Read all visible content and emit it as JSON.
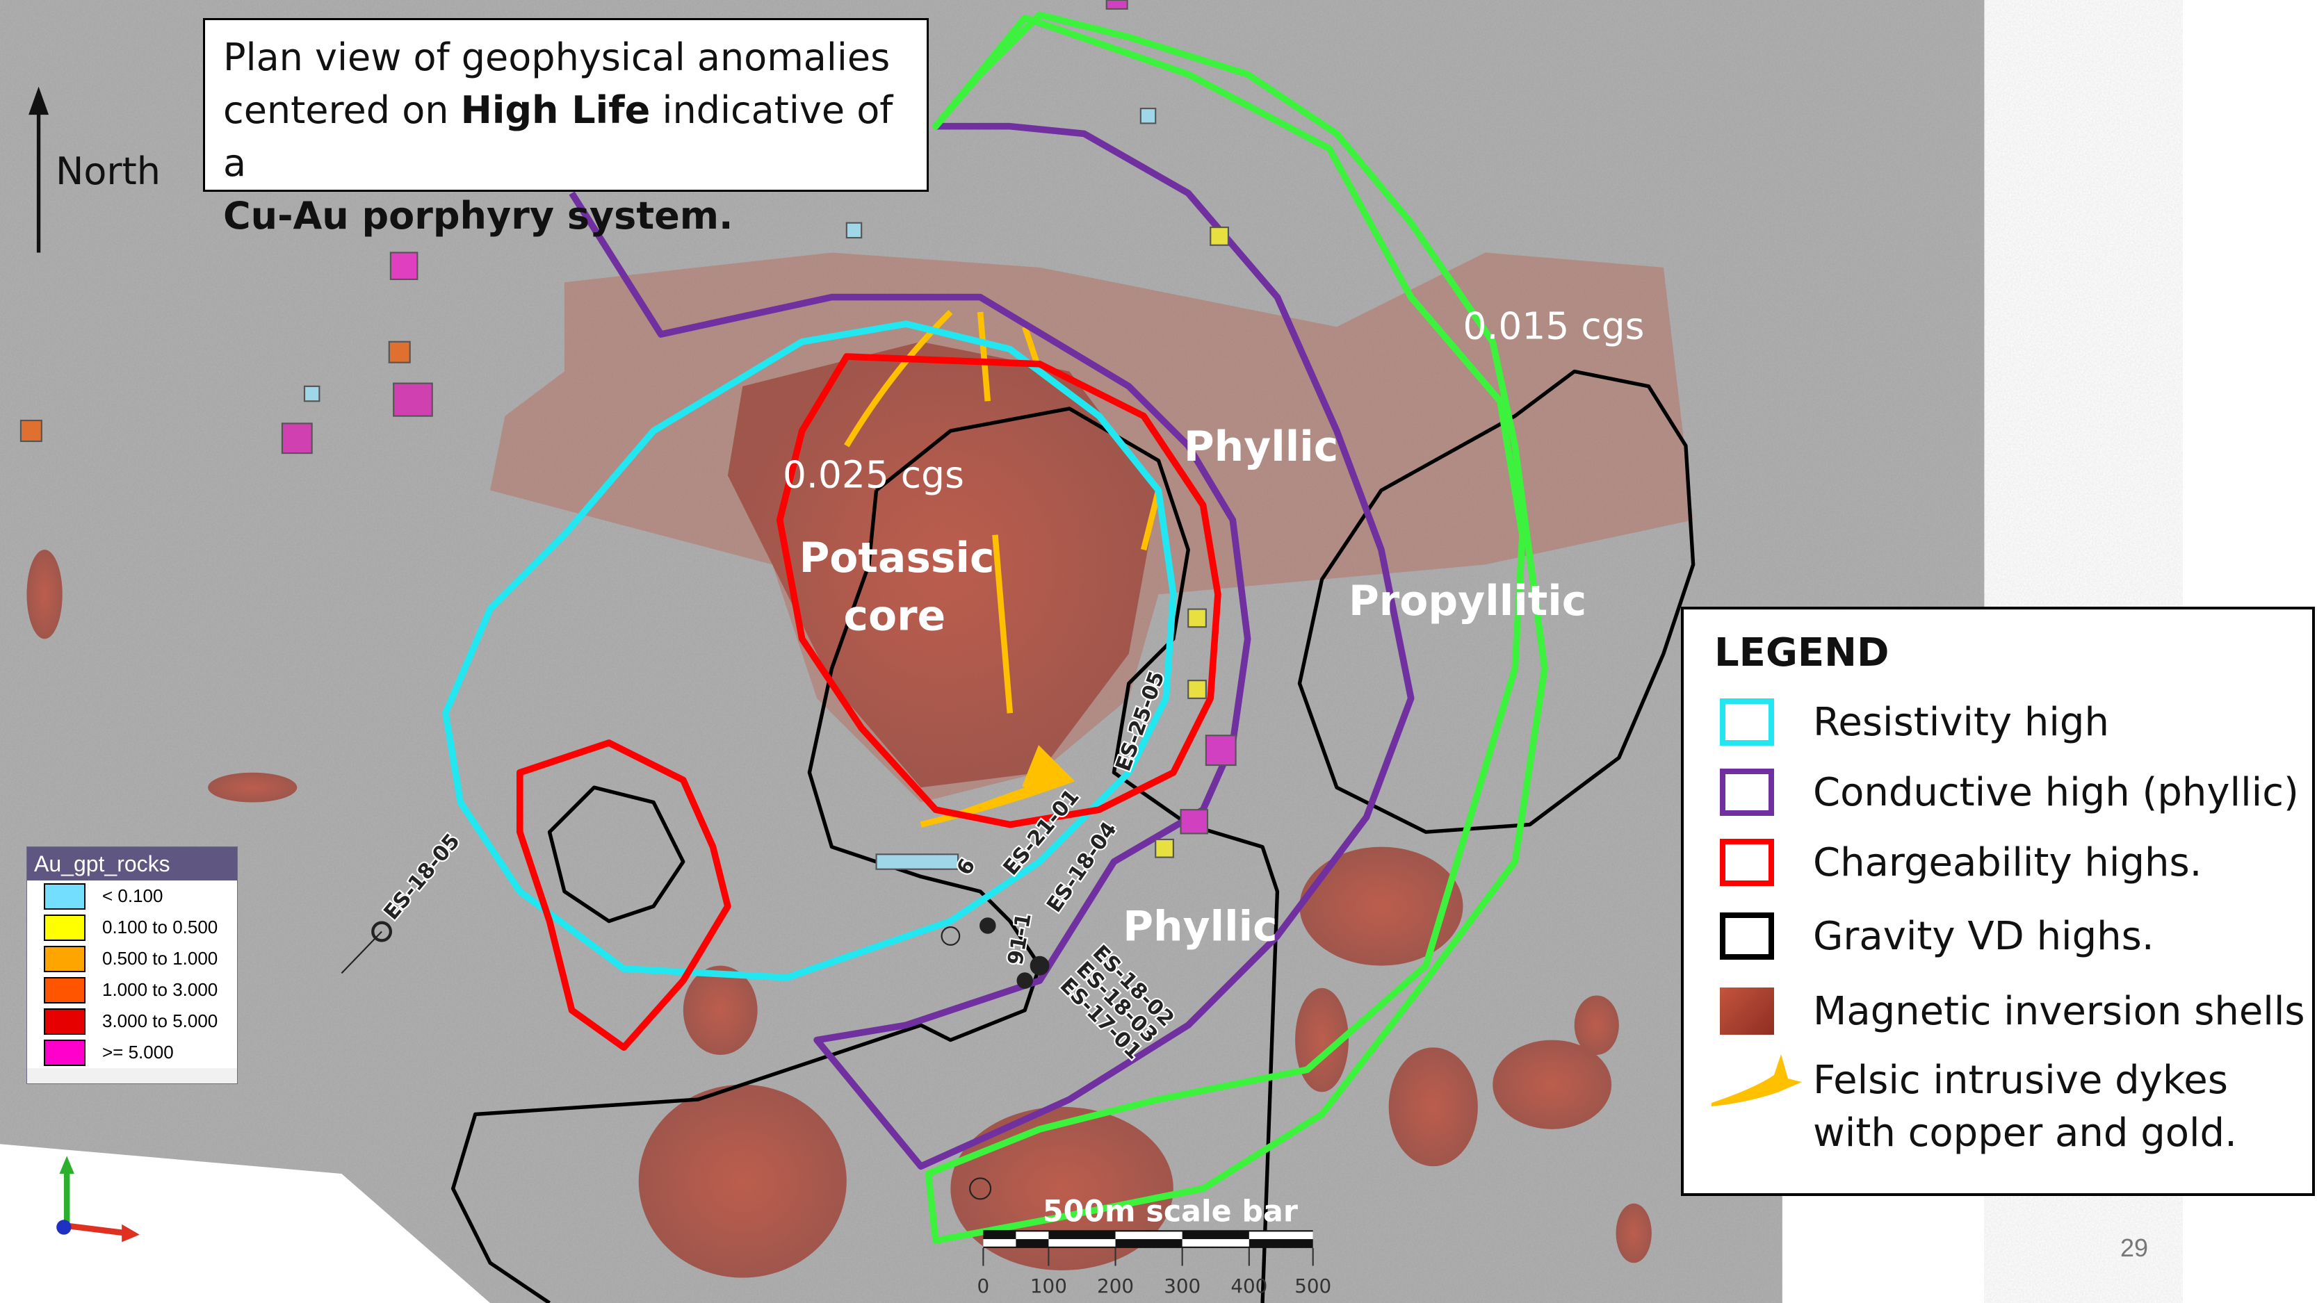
{
  "title": {
    "line1": "Plan view of geophysical anomalies",
    "line2_pre": "centered on ",
    "line2_bold": "High Life",
    "line2_post": " indicative of a",
    "line3": "Cu-Au porphyry system."
  },
  "north_label": "North",
  "map_labels": {
    "contour_015": "0.015 cgs",
    "contour_025": "0.025 cgs",
    "potassic1": "Potassic",
    "potassic2": "core",
    "phyllic_top": "Phyllic",
    "phyllic_bottom": "Phyllic",
    "propyllitic": "Propyllitic",
    "scale_title": "500m scale bar"
  },
  "drillholes": [
    "ES-18-05",
    "ES-25-05",
    "ES-21-01",
    "ES-18-04",
    "ES-18-02",
    "ES-18-03",
    "ES-17-01",
    "91-1",
    "6"
  ],
  "scale_ticks": [
    "0",
    "100",
    "200",
    "300",
    "400",
    "500"
  ],
  "legend": {
    "title": "LEGEND",
    "items": [
      {
        "label": "Resistivity high",
        "color": "#22e6f0"
      },
      {
        "label": "Conductive high (phyllic)",
        "color": "#7030a0"
      },
      {
        "label": "Chargeability highs.",
        "color": "#ff0000"
      },
      {
        "label": "Gravity VD highs.",
        "color": "#000000"
      },
      {
        "label": "Magnetic inversion shells",
        "color": "#b2402e"
      },
      {
        "label": "Felsic intrusive dykes",
        "label2": "with copper and gold.",
        "color": "#ffc000"
      }
    ]
  },
  "au_legend": {
    "title": "Au_gpt_rocks",
    "rows": [
      {
        "label": "< 0.100",
        "color": "#74deff"
      },
      {
        "label": "0.100 to 0.500",
        "color": "#ffff00"
      },
      {
        "label": "0.500 to 1.000",
        "color": "#ffa500"
      },
      {
        "label": "1.000 to 3.000",
        "color": "#ff5500"
      },
      {
        "label": "3.000 to 5.000",
        "color": "#e60000"
      },
      {
        "label": ">= 5.000",
        "color": "#ff00cc"
      }
    ]
  },
  "page_number": "29"
}
